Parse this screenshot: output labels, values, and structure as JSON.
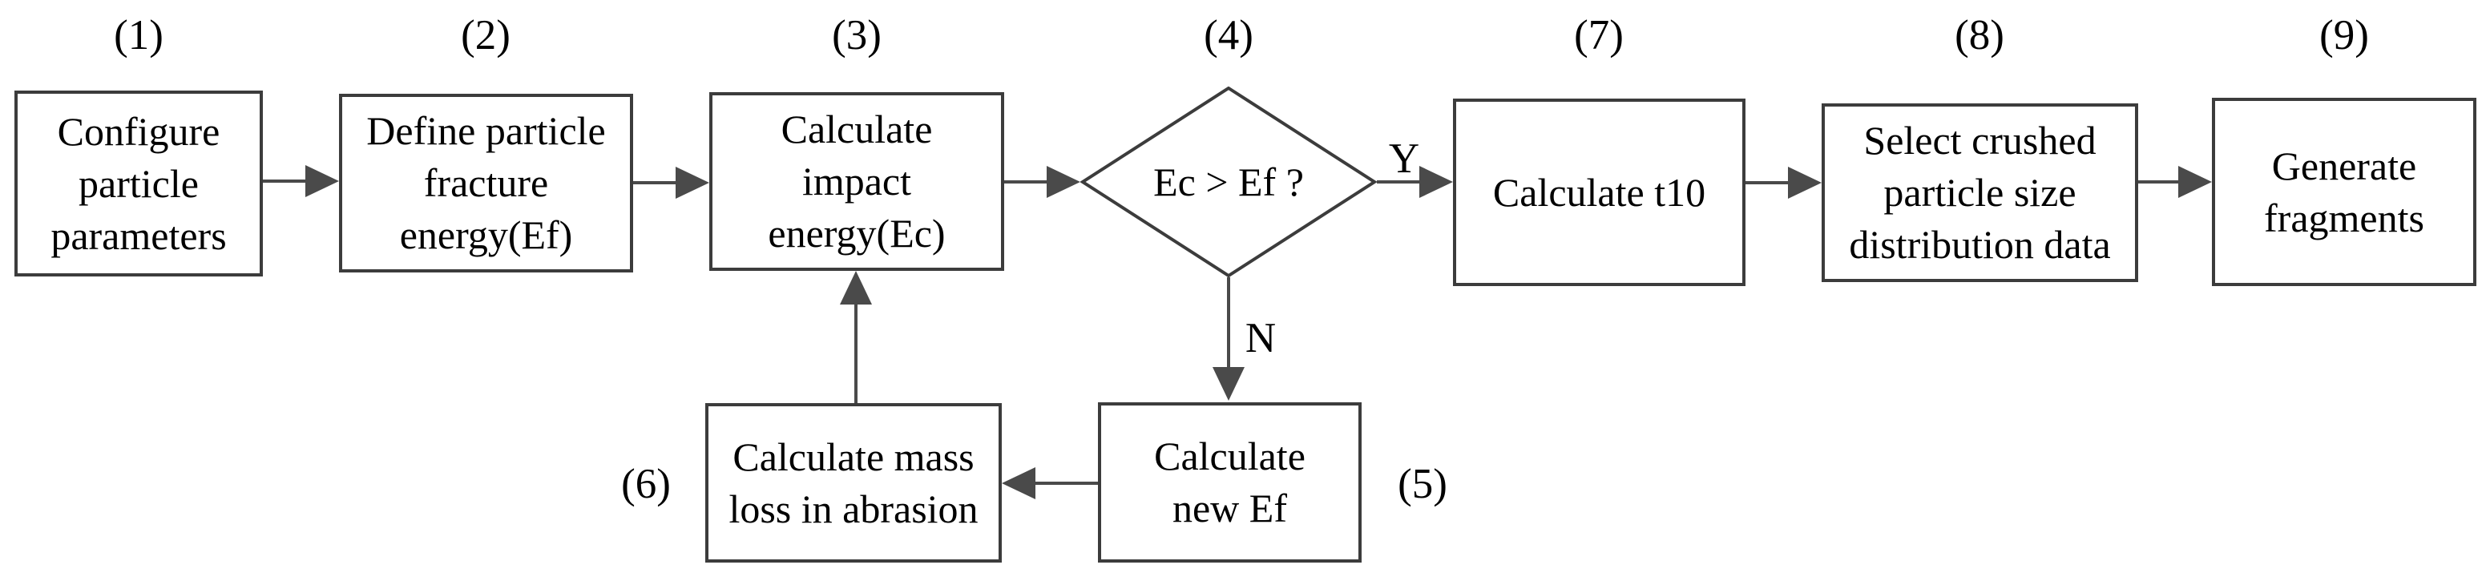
{
  "nodes": {
    "n1": {
      "number": "(1)",
      "label": "Configure\nparticle\nparameters"
    },
    "n2": {
      "number": "(2)",
      "label": "Define particle\nfracture\nenergy(Ef)"
    },
    "n3": {
      "number": "(3)",
      "label": "Calculate\nimpact\nenergy(Ec)"
    },
    "n4": {
      "number": "(4)",
      "label": "Ec > Ef ?"
    },
    "n5": {
      "number": "(5)",
      "label": "Calculate\nnew Ef"
    },
    "n6": {
      "number": "(6)",
      "label": "Calculate mass\nloss in abrasion"
    },
    "n7": {
      "number": "(7)",
      "label": "Calculate t10"
    },
    "n8": {
      "number": "(8)",
      "label": "Select crushed\nparticle size\ndistribution data"
    },
    "n9": {
      "number": "(9)",
      "label": "Generate\nfragments"
    }
  },
  "edge_labels": {
    "yes": "Y",
    "no": "N"
  },
  "colors": {
    "box_border": "#3c3c3c",
    "arrow": "#4a4a4a",
    "text": "#000000",
    "background": "#ffffff"
  }
}
